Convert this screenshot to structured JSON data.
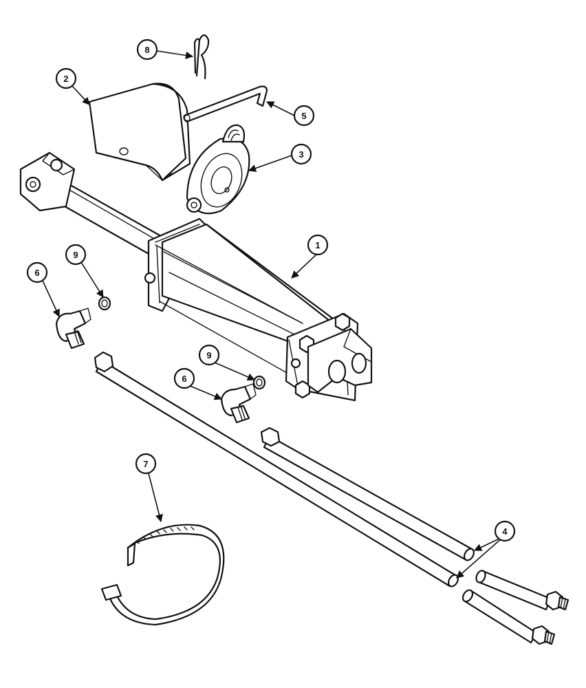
{
  "callouts": {
    "c1": "1",
    "c2": "2",
    "c3": "3",
    "c4": "4",
    "c5": "5",
    "c6a": "6",
    "c6b": "6",
    "c7": "7",
    "c8": "8",
    "c9a": "9",
    "c9b": "9"
  },
  "colors": {
    "line": "#111111",
    "background": "#ffffff"
  }
}
